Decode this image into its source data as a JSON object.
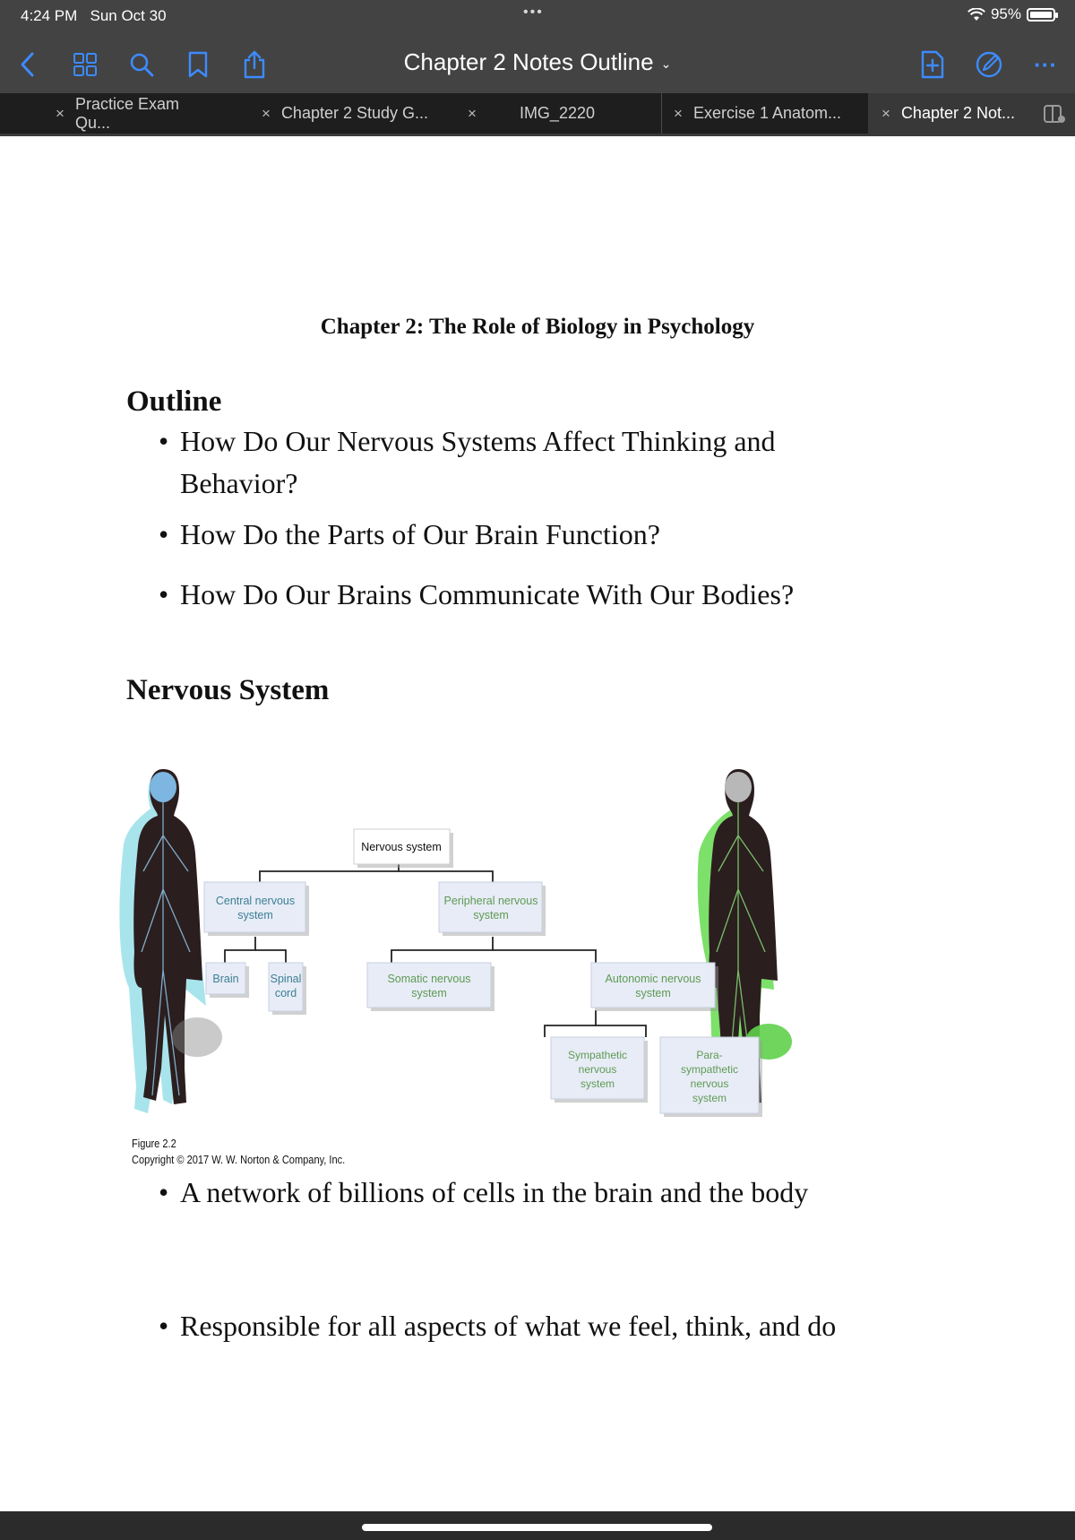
{
  "status_bar": {
    "time": "4:24 PM",
    "date": "Sun Oct 30",
    "more_dots": "•••",
    "battery_percent": "95%",
    "battery_level": 0.95,
    "icons": [
      "wifi-icon",
      "battery-icon"
    ]
  },
  "toolbar": {
    "title": "Chapter 2 Notes Outline",
    "title_chevron": "⌄",
    "accent_color": "#3d8bff",
    "left_icons": [
      "back-icon",
      "grid-icon",
      "search-icon",
      "bookmark-icon",
      "share-icon"
    ],
    "right_icons": [
      "add-page-icon",
      "pencil-icon",
      "more-icon"
    ],
    "more_label": "···"
  },
  "tabs": [
    {
      "label": "Practice Exam Qu...",
      "active": false
    },
    {
      "label": "Chapter 2 Study G...",
      "active": false
    },
    {
      "label": "IMG_2220",
      "active": false
    },
    {
      "label": "Exercise 1 Anatom...",
      "active": false
    },
    {
      "label": "Chapter 2 Not...",
      "active": true
    }
  ],
  "tab_close": "×",
  "document": {
    "heading": "Chapter 2: The Role of Biology in Psychology",
    "outline_title": "Outline",
    "bullet_char": "•",
    "outline_items": [
      "How Do Our Nervous Systems Affect Thinking and Behavior?",
      "How Do the Parts of Our Brain Function?",
      "How Do Our Brains Communicate With Our Bodies?"
    ],
    "nervous_title": "Nervous System",
    "figure": {
      "nodes": {
        "root": "Nervous system",
        "cns": [
          "Central nervous",
          "system"
        ],
        "pns": [
          "Peripheral nervous",
          "system"
        ],
        "brain": "Brain",
        "spinal": [
          "Spinal",
          "cord"
        ],
        "somatic": [
          "Somatic nervous",
          "system"
        ],
        "autonomic": [
          "Autonomic nervous",
          "system"
        ],
        "sympathetic": [
          "Sympathetic",
          "nervous",
          "system"
        ],
        "parasympathetic": [
          "Para-",
          "sympathetic",
          "nervous",
          "system"
        ]
      },
      "caption_line1": "Figure 2.2",
      "caption_line2": "Copyright © 2017 W. W. Norton & Company, Inc."
    },
    "nervous_items": [
      "A network of billions of cells in the brain and the body",
      "Responsible for all aspects of what we feel, think, and do"
    ]
  }
}
